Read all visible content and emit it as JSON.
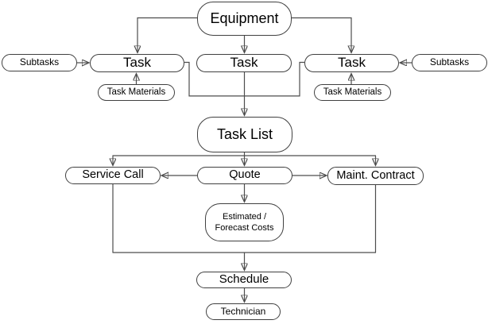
{
  "diagram": {
    "type": "flowchart",
    "nodes": {
      "equipment": {
        "label": "Equipment"
      },
      "task_left": {
        "label": "Task"
      },
      "task_center": {
        "label": "Task"
      },
      "task_right": {
        "label": "Task"
      },
      "subtasks_left": {
        "label": "Subtasks"
      },
      "subtasks_right": {
        "label": "Subtasks"
      },
      "task_materials_left": {
        "label": "Task Materials"
      },
      "task_materials_right": {
        "label": "Task Materials"
      },
      "task_list": {
        "label": "Task List"
      },
      "service_call": {
        "label": "Service Call"
      },
      "quote": {
        "label": "Quote"
      },
      "maint_contract": {
        "label": "Maint. Contract"
      },
      "estimated_costs": {
        "line1": "Estimated /",
        "line2": "Forecast Costs"
      },
      "schedule": {
        "label": "Schedule"
      },
      "technician": {
        "label": "Technician"
      }
    },
    "edges": [
      {
        "from": "equipment",
        "to": "task_left",
        "arrow": true
      },
      {
        "from": "equipment",
        "to": "task_center",
        "arrow": true
      },
      {
        "from": "equipment",
        "to": "task_right",
        "arrow": true
      },
      {
        "from": "subtasks_left",
        "to": "task_left",
        "arrow": true
      },
      {
        "from": "subtasks_right",
        "to": "task_right",
        "arrow": true
      },
      {
        "from": "task_materials_left",
        "to": "task_left",
        "arrow": true
      },
      {
        "from": "task_materials_right",
        "to": "task_right",
        "arrow": true
      },
      {
        "from": "task_left",
        "to": "task_list",
        "arrow": false
      },
      {
        "from": "task_center",
        "to": "task_list",
        "arrow": true
      },
      {
        "from": "task_right",
        "to": "task_list",
        "arrow": false
      },
      {
        "from": "task_list",
        "to": "service_call",
        "arrow": true
      },
      {
        "from": "task_list",
        "to": "quote",
        "arrow": true
      },
      {
        "from": "task_list",
        "to": "maint_contract",
        "arrow": true
      },
      {
        "from": "quote",
        "to": "service_call",
        "arrow": true
      },
      {
        "from": "quote",
        "to": "maint_contract",
        "arrow": true
      },
      {
        "from": "quote",
        "to": "estimated_costs",
        "arrow": true
      },
      {
        "from": "service_call",
        "to": "schedule",
        "arrow": false
      },
      {
        "from": "maint_contract",
        "to": "schedule",
        "arrow": false
      },
      {
        "from": "service_call_maint_contract_junction",
        "to": "schedule",
        "arrow": true
      },
      {
        "from": "schedule",
        "to": "technician",
        "arrow": true
      }
    ],
    "colors": {
      "background": "#ffffff",
      "node_fill": "#ffffff",
      "node_border": "#404040",
      "connector": "#4d4d4d",
      "arrowhead": "#1a1a1a",
      "text": "#000000"
    }
  }
}
